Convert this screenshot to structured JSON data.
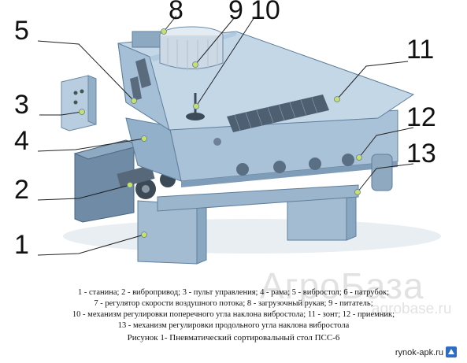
{
  "callouts": [
    "1",
    "2",
    "3",
    "4",
    "5",
    "8",
    "9",
    "10",
    "11",
    "12",
    "13"
  ],
  "legend": [
    "1 - станина; 2 - вибропривод; 3 - пульт управления; 4 - рама; 5 - вибростол; 6 - патрубок;",
    "7 - регулятор скорости воздушного потока; 8 - загрузочный рукав; 9 - питатель;",
    "10 - механизм регулировки поперечного угла наклона вибростола; 11 - зонт; 12 - приемник;",
    "13 - механизм регулировки продольного угла наклона вибростола"
  ],
  "caption": "Рисунок 1- Пневматический сортировальный стол ПСС-6",
  "watermark": {
    "big": "АгроБаза",
    "small": "agrobase.ru"
  },
  "site": "rynok-apk.ru",
  "colors": {
    "body": "#a9c2d8",
    "light": "#c9dbe9",
    "dark": "#7f9db8",
    "callout_dot": "#c8e06a"
  }
}
